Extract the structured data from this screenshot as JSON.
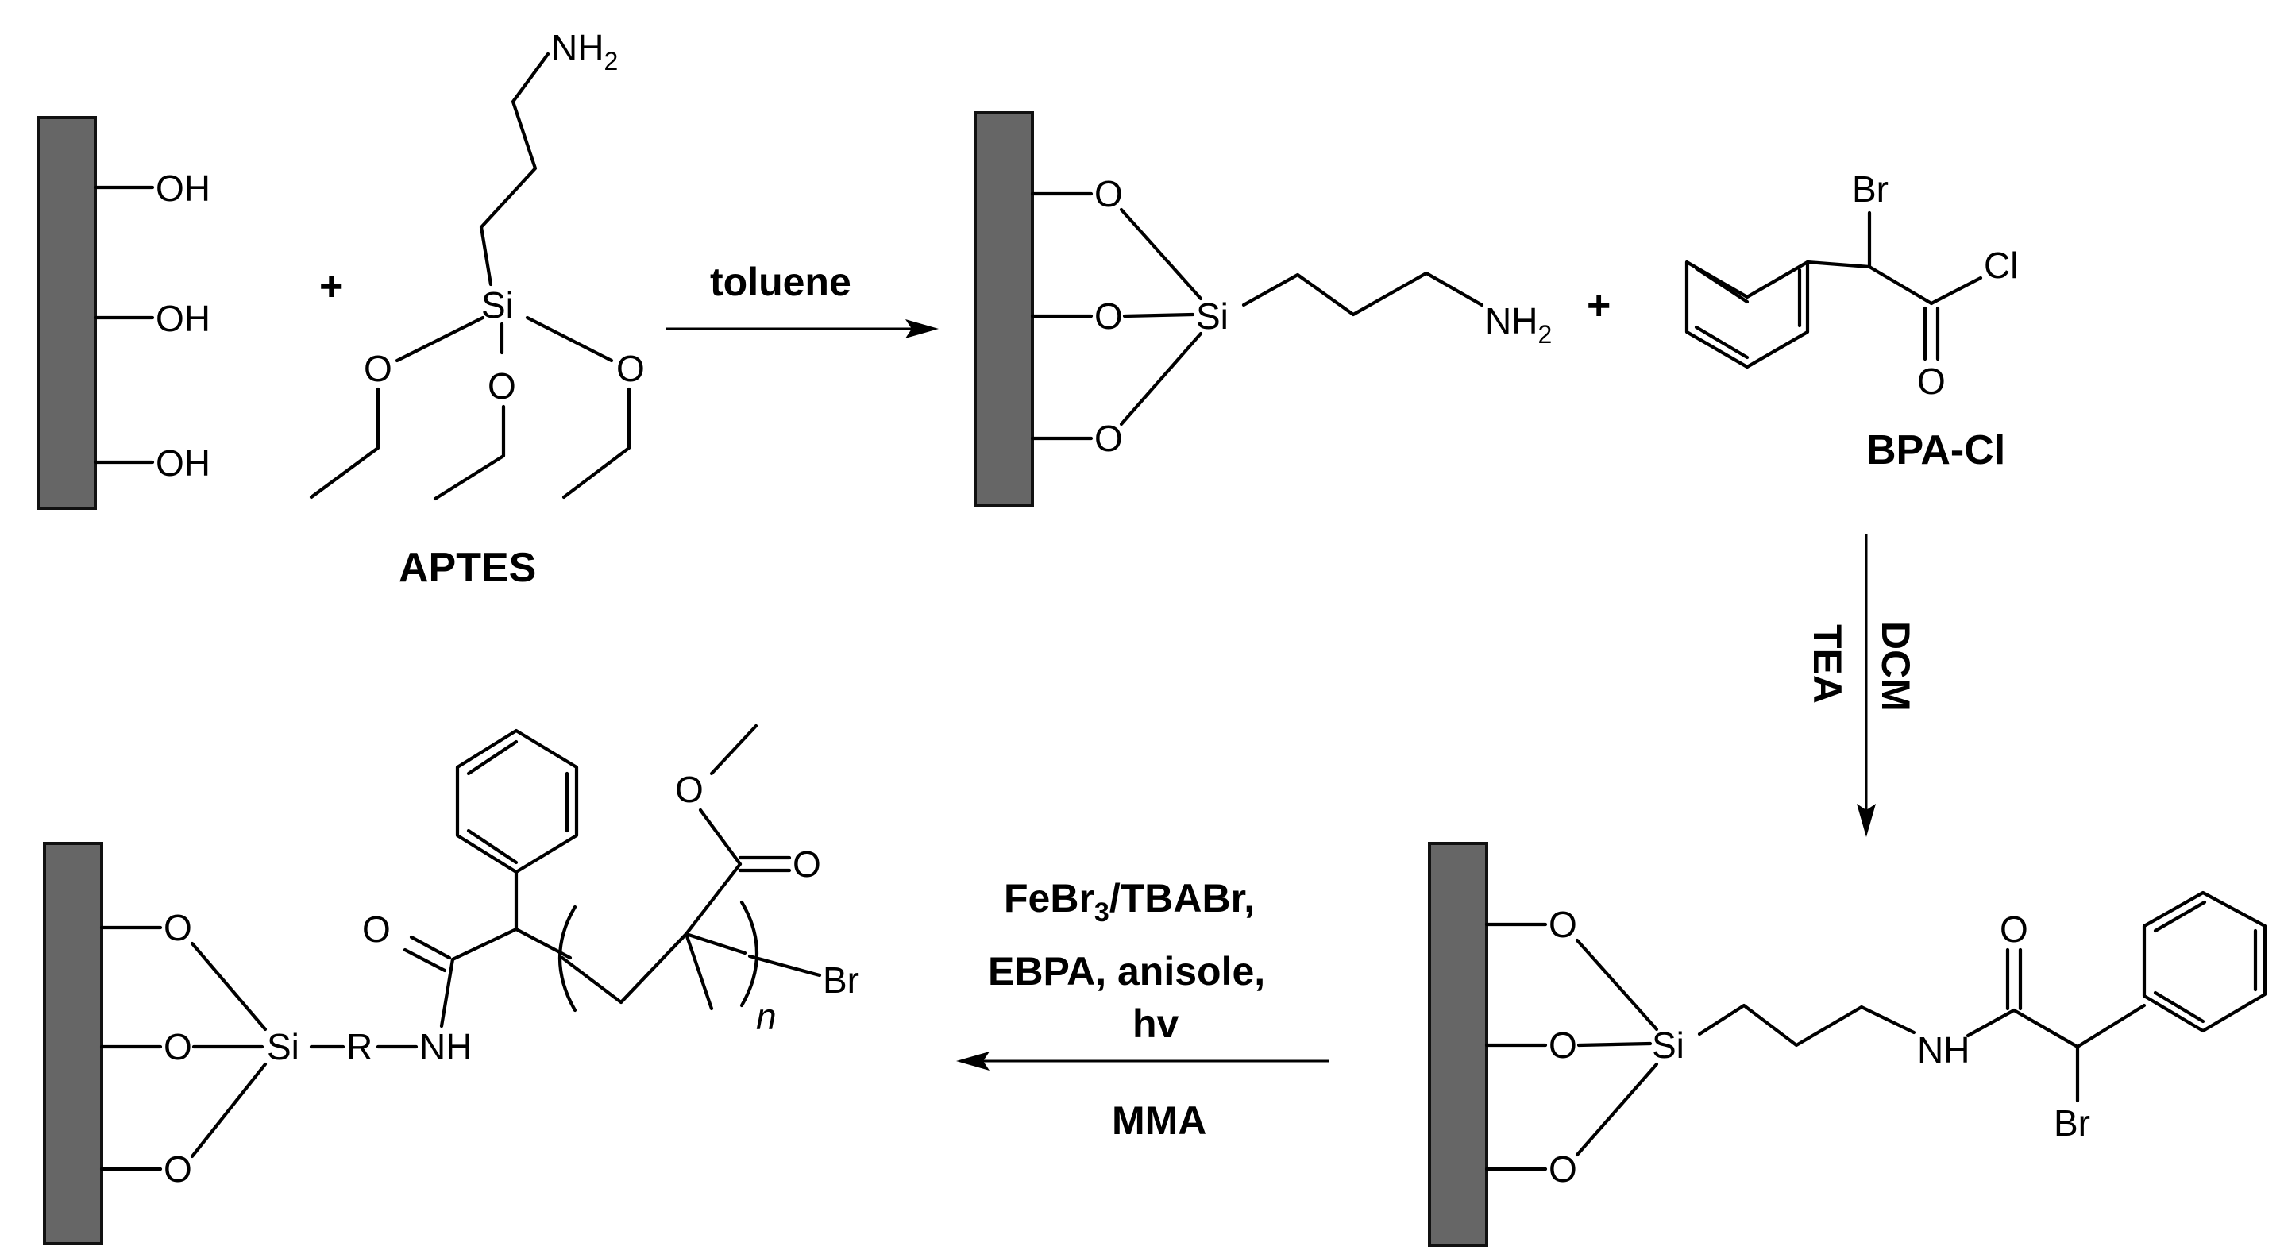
{
  "labels": {
    "aptes": "APTES",
    "bpacl": "BPA-Cl",
    "plus": "+",
    "oh": "OH",
    "o": "O",
    "si": "Si",
    "nh2": "NH",
    "nh2_sub": "2",
    "nh": "NH",
    "br": "Br",
    "cl": "Cl",
    "r": "R",
    "n": "n"
  },
  "conditions": {
    "step1": "toluene",
    "step2_line1": "DCM",
    "step2_line2": "TEA",
    "step3_line1a": "FeBr",
    "step3_line1_sub": "3",
    "step3_line1b": "/TBABr,",
    "step3_line2": "EBPA, anisole,",
    "step3_line3": "hv",
    "step3_line4": "MMA"
  },
  "colors": {
    "substrate_fill": "#666666",
    "ink": "#000000"
  }
}
